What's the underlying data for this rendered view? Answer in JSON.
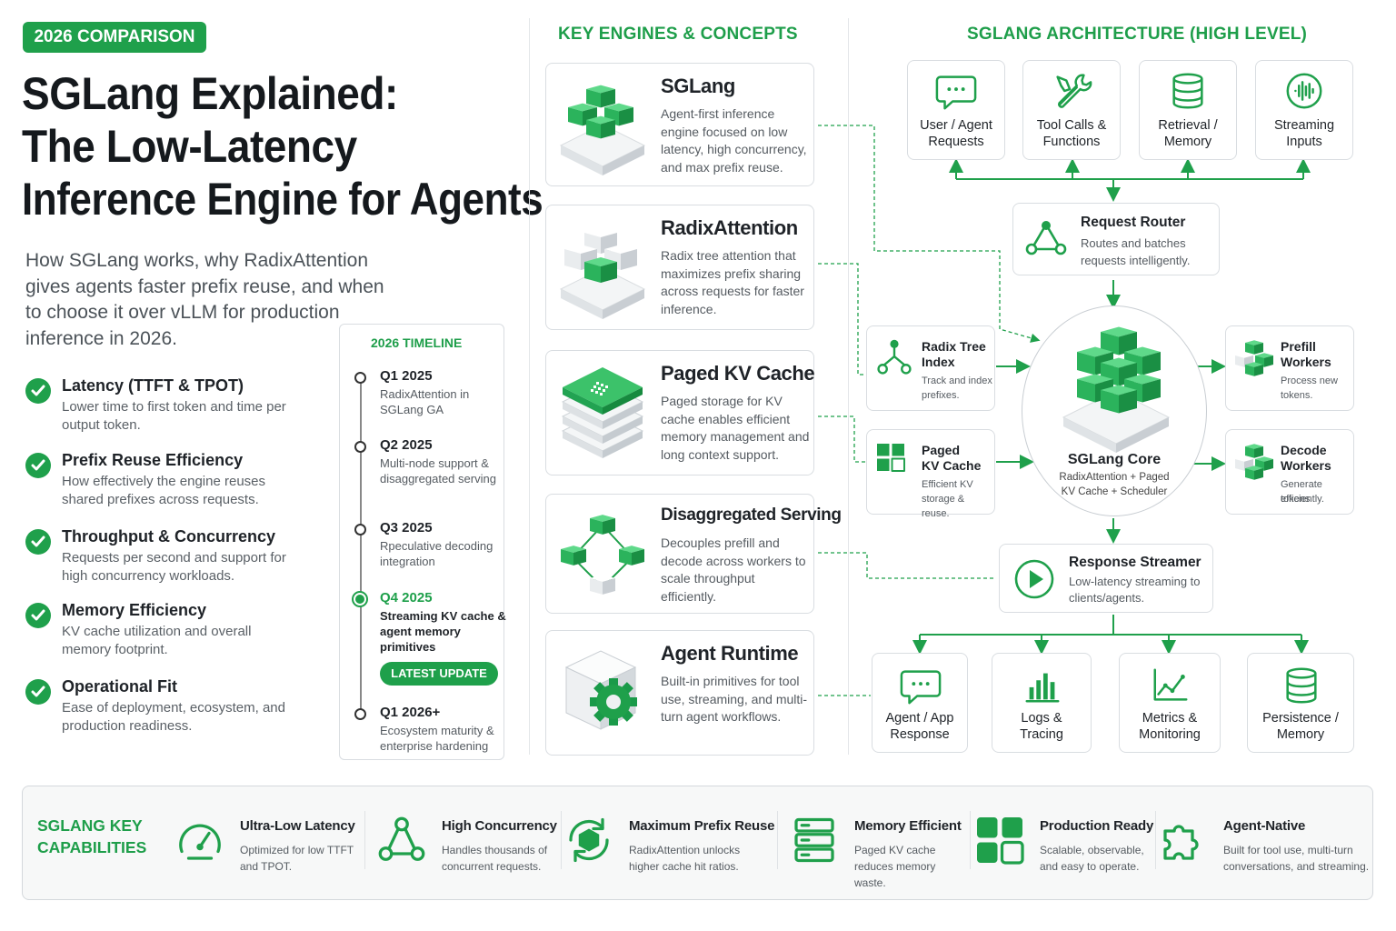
{
  "header": {
    "badge": "2026 COMPARISON",
    "title_line1": "SGLang Explained:",
    "title_line2": "The Low-Latency",
    "title_line3": "Inference Engine for Agents",
    "subtitle": "How SGLang works, why RadixAttention gives agents faster prefix reuse, and when to choose it over vLLM for production inference in 2026."
  },
  "criteria": [
    {
      "title": "Latency (TTFT & TPOT)",
      "desc": "Lower time to first token and time per output token."
    },
    {
      "title": "Prefix Reuse Efficiency",
      "desc": "How effectively the engine reuses shared prefixes across requests."
    },
    {
      "title": "Throughput & Concurrency",
      "desc": "Requests per second and support for high concurrency workloads."
    },
    {
      "title": "Memory Efficiency",
      "desc": "KV cache utilization and overall memory footprint."
    },
    {
      "title": "Operational Fit",
      "desc": "Ease of deployment, ecosystem, and production readiness."
    }
  ],
  "timeline": {
    "title": "2026 TIMELINE",
    "items": [
      {
        "quarter": "Q1 2025",
        "text": "RadixAttention in SGLang GA"
      },
      {
        "quarter": "Q2 2025",
        "text": "Multi-node support & disaggregated serving"
      },
      {
        "quarter": "Q3 2025",
        "text": "Rpeculative decoding integration"
      },
      {
        "quarter": "Q4 2025",
        "text": "Streaming KV cache & agent memory primitives"
      },
      {
        "quarter": "Q1 2026+",
        "text": "Ecosystem maturity & enterprise hardening"
      }
    ],
    "latest_badge": "LATEST UPDATE"
  },
  "engines": {
    "title": "KEY ENGINES & CONCEPTS",
    "items": [
      {
        "name": "SGLang",
        "desc": "Agent-first inference engine focused on low latency, high concurrency, and max prefix reuse."
      },
      {
        "name": "RadixAttention",
        "desc": "Radix tree attention that maximizes prefix sharing across requests for faster inference."
      },
      {
        "name": "Paged KV Cache",
        "desc": "Paged storage for KV cache enables efficient memory management and long context support."
      },
      {
        "name": "Disaggregated Serving",
        "desc": "Decouples prefill and decode across workers to scale throughput efficiently."
      },
      {
        "name": "Agent Runtime",
        "desc": "Built-in primitives for tool use, streaming, and multi-turn agent workflows."
      }
    ]
  },
  "architecture": {
    "title": "SGLANG ARCHITECTURE (HIGH LEVEL)",
    "inputs": [
      {
        "line1": "User / Agent",
        "line2": "Requests",
        "icon": "chat-icon"
      },
      {
        "line1": "Tool Calls &",
        "line2": "Functions",
        "icon": "tools-icon"
      },
      {
        "line1": "Retrieval /",
        "line2": "Memory",
        "icon": "database-icon"
      },
      {
        "line1": "Streaming",
        "line2": "Inputs",
        "icon": "waveform-icon"
      }
    ],
    "router": {
      "title": "Request Router",
      "desc": "Routes and batches requests intelligently."
    },
    "radix": {
      "title1": "Radix Tree",
      "title2": "Index",
      "desc1": "Track and index",
      "desc2": "prefixes."
    },
    "paged": {
      "title1": "Paged",
      "title2": "KV Cache",
      "desc1": "Efficient KV",
      "desc2": "storage & reuse."
    },
    "core": {
      "title": "SGLang Core",
      "desc1": "RadixAttention + Paged",
      "desc2": "KV Cache + Scheduler"
    },
    "prefill": {
      "title1": "Prefill",
      "title2": "Workers",
      "desc1": "Process new",
      "desc2": "tokens."
    },
    "decode": {
      "title1": "Decode",
      "title2": "Workers",
      "desc1": "Generate tokens",
      "desc2": "efficiently."
    },
    "streamer": {
      "title": "Response Streamer",
      "desc": "Low-latency streaming to clients/agents."
    },
    "outputs": [
      {
        "line1": "Agent / App",
        "line2": "Response",
        "icon": "chat-icon"
      },
      {
        "line1": "Logs &",
        "line2": "Tracing",
        "icon": "bar-chart-icon"
      },
      {
        "line1": "Metrics &",
        "line2": "Monitoring",
        "icon": "line-chart-icon"
      },
      {
        "line1": "Persistence /",
        "line2": "Memory",
        "icon": "database-icon"
      }
    ]
  },
  "capabilities": {
    "title_line1": "SGLANG KEY",
    "title_line2": "CAPABILITIES",
    "items": [
      {
        "title": "Ultra-Low Latency",
        "desc": "Optimized for low TTFT and TPOT.",
        "icon": "gauge-icon"
      },
      {
        "title": "High Concurrency",
        "desc": "Handles thousands of concurrent requests.",
        "icon": "network-icon"
      },
      {
        "title": "Maximum Prefix Reuse",
        "desc": "RadixAttention unlocks higher cache hit ratios.",
        "icon": "cycle-cube-icon"
      },
      {
        "title": "Memory Efficient",
        "desc": "Paged KV cache reduces memory waste.",
        "icon": "server-icon"
      },
      {
        "title": "Production Ready",
        "desc": "Scalable, observable, and easy to operate.",
        "icon": "grid-icon"
      },
      {
        "title": "Agent-Native",
        "desc": "Built for tool use, multi-turn conversations, and streaming.",
        "icon": "puzzle-icon"
      }
    ]
  },
  "colors": {
    "accent": "#1fa04b",
    "accent_dark": "#157a37",
    "border": "#d9dde1"
  }
}
